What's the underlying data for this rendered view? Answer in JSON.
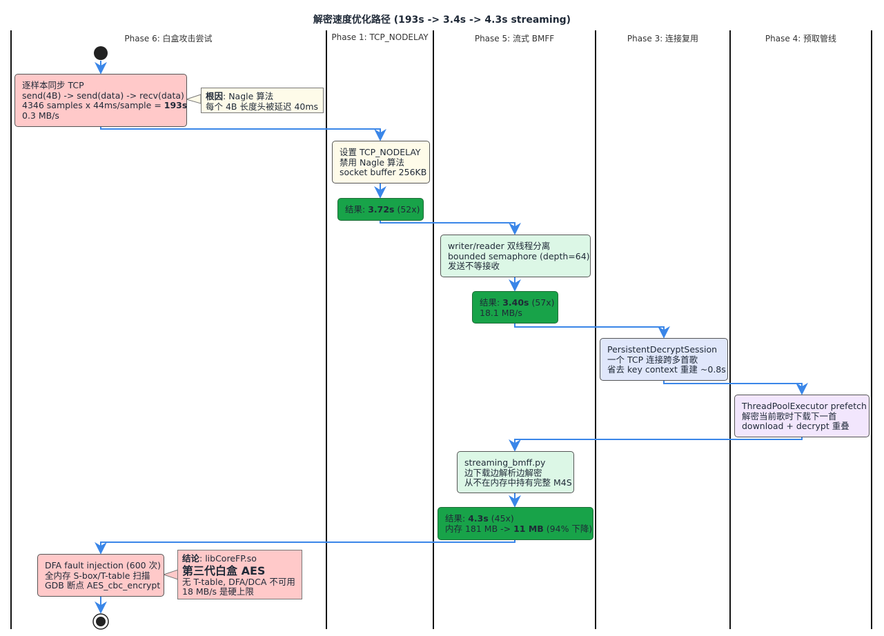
{
  "title": "解密速度优化路径 (193s -> 3.4s -> 4.3s streaming)",
  "lanes": [
    "Phase 6: 白盒攻击尝试",
    "Phase 1: TCP_NODELAY",
    "Phase 5: 流式 BMFF",
    "Phase 3: 连接复用",
    "Phase 4: 预取管线"
  ],
  "baseline": {
    "line1": "逐样本同步 TCP",
    "line2": "send(4B) -> send(data) -> recv(data)",
    "line3_prefix": "4346 samples x 44ms/sample = ",
    "line3_bold": "193s",
    "line4": "0.3 MB/s"
  },
  "note1": {
    "bold": "根因",
    "rest": ": Nagle 算法",
    "line2": "每个 4B 长度头被延迟 40ms"
  },
  "p1": {
    "line1": "设置 TCP_NODELAY",
    "line2": "禁用 Nagle 算法",
    "line3": "socket buffer 256KB"
  },
  "r1": {
    "prefix": "结果: ",
    "bold": "3.72s",
    "suffix": " (52x)"
  },
  "p2": {
    "line1": "writer/reader 双线程分离",
    "line2": "bounded semaphore (depth=64)",
    "line3": "发送不等接收"
  },
  "r2": {
    "prefix": "结果: ",
    "bold": "3.40s",
    "suffix": " (57x)",
    "line2": "18.1 MB/s"
  },
  "p3": {
    "line1": "PersistentDecryptSession",
    "line2": "一个 TCP 连接跨多首歌",
    "line3": "省去 key context 重建 ~0.8s"
  },
  "p4": {
    "line1": "ThreadPoolExecutor prefetch",
    "line2": "解密当前歌时下载下一首",
    "line3": "download + decrypt 重叠"
  },
  "p5": {
    "line1": "streaming_bmff.py",
    "line2": "边下载边解析边解密",
    "line3": "从不在内存中持有完整 M4S"
  },
  "r3": {
    "prefix": "结果: ",
    "bold": "4.3s",
    "suffix": " (45x)",
    "l2_prefix": "内存 181 MB -> ",
    "l2_bold": "11 MB",
    "l2_suffix": " (94% 下降)"
  },
  "p6": {
    "line1": "DFA fault injection (600 次)",
    "line2": "全内存 S-box/T-table 扫描",
    "line3": "GDB 断点 AES_cbc_encrypt"
  },
  "note2": {
    "bold": "结论",
    "rest": ": libCoreFP.so",
    "big": "第三代白盒 AES",
    "line3": "无 T-table, DFA/DCA 不可用",
    "line4": "18 MB/s 是硬上限"
  },
  "colors": {
    "edge": "#3a86e8",
    "failure": "#ffc9c9",
    "result": "#18a349",
    "lane_line": "#111111"
  }
}
